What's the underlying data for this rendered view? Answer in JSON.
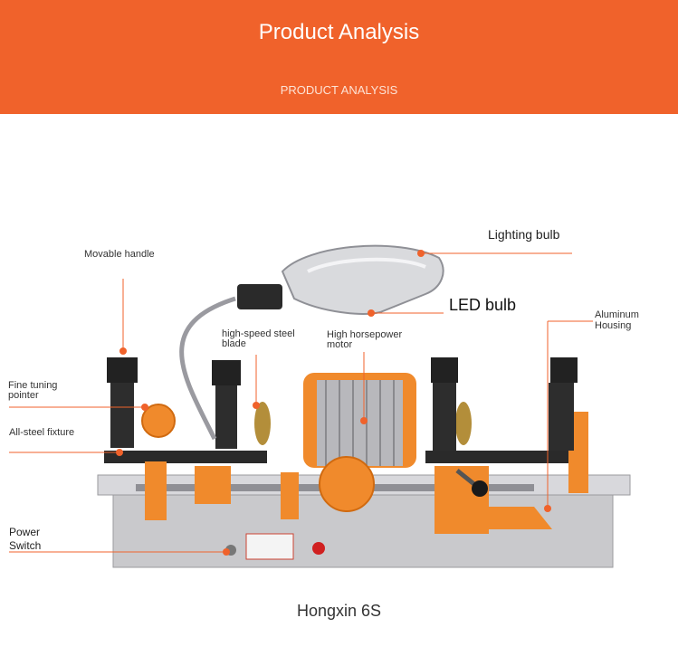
{
  "header": {
    "title": "Product Analysis",
    "subtitle": "PRODUCT ANALYSIS"
  },
  "labels": {
    "lighting_bulb": "Lighting bulb",
    "led_bulb": "LED bulb",
    "movable_handle": "Movable handle",
    "aluminum_housing_line1": "Aluminum",
    "aluminum_housing_line2": "Housing",
    "blade_line1": "high-speed steel",
    "blade_line2": "blade",
    "motor_line1": "High horsepower",
    "motor_line2": "motor",
    "fine_tuning_line1": "Fine tuning",
    "fine_tuning_line2": "pointer",
    "fixture": "All-steel fixture",
    "power_line1": "Power",
    "power_line2": "Switch"
  },
  "caption": "Hongxin 6S",
  "colors": {
    "accent": "#f0622b",
    "callout_dot": "#f0622b",
    "machine_orange": "#f08a2c",
    "machine_silver": "#c9c9cc"
  }
}
